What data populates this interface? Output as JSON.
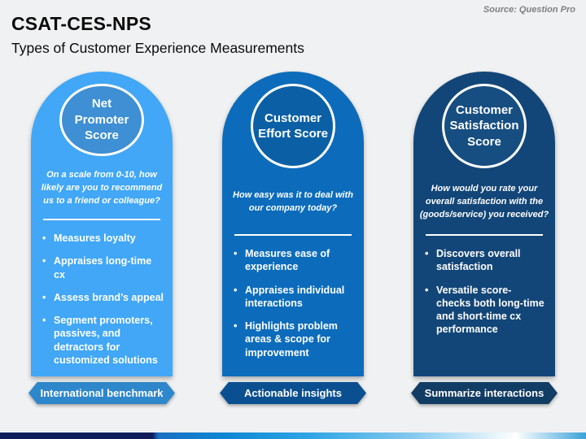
{
  "header": {
    "title": "CSAT-CES-NPS",
    "subtitle": "Types of Customer Experience Measurements",
    "source": "Source: Question Pro"
  },
  "cards": [
    {
      "title": "Net Promoter Score",
      "question": "On a scale from 0-10, how likely are you to recommend us to a friend or colleague?",
      "bullets": [
        "Measures loyalty",
        "Appraises long-time cx",
        "Assess brand’s appeal",
        "Segment promoters, passives, and detractors for customized solutions"
      ],
      "banner": "International benchmark",
      "colors": {
        "body": "#41a7f6",
        "circle": "#3e8fd3",
        "banner": "#2e87ca"
      }
    },
    {
      "title": "Customer Effort Score",
      "question": "How easy was it to deal with our company today?",
      "bullets": [
        "Measures ease of experience",
        "Appraises individual interactions",
        "Highlights problem areas & scope for improvement"
      ],
      "banner": "Actionable insights",
      "colors": {
        "body": "#0c6cbb",
        "circle": "#0b60a5",
        "banner": "#0a5090"
      }
    },
    {
      "title": "Customer Satisfaction Score",
      "question": "How would you rate your overall satisfaction with the (goods/service) you received?",
      "bullets": [
        "Discovers overall satisfaction",
        "Versatile score- checks both long-time and short-time cx performance"
      ],
      "banner": "Summarize interactions",
      "colors": {
        "body": "#134678",
        "circle": "#164e82",
        "banner": "#113c64"
      }
    }
  ],
  "footer_bar": {
    "colors": [
      "#0e1c5c",
      "#1a6fc2",
      "#0e86d2",
      "#2ba3e4",
      "#82c8ee",
      "#ffffff",
      "#3aa3da"
    ]
  }
}
